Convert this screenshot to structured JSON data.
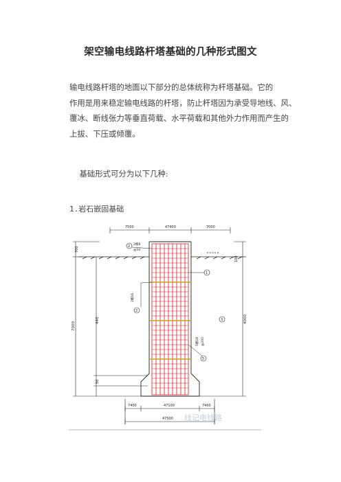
{
  "document": {
    "title": "架空输电线路杆塔基础的几种形式图文",
    "intro_lines": [
      "    输电线路杆塔的地面以下部分的总体统称为杆塔基础。它的",
      "作用是用来稳定输电线路的杆塔，防止杆塔因为承受导地线、风、",
      "覆冰、断线张力等垂直荷载、水平荷载和其他外力作用而产生的",
      "上拔、下压或倾覆。"
    ],
    "forms_intro": "    基础形式可分为以下几种:",
    "section_1": "1.岩石嵌固基础"
  },
  "figure": {
    "top_dims": [
      "7000",
      "47400",
      "7000"
    ],
    "bottom_dims": [
      "7400",
      "47100",
      "7400"
    ],
    "total_dim": "47500",
    "left_dims": [
      "700",
      "7000",
      "440",
      "50"
    ],
    "right_dims": [
      "100",
      "4000"
    ],
    "callouts": [
      "2",
      "1",
      "3",
      "5"
    ],
    "inner_labels": [
      "2根8",
      "@50",
      "2根16",
      "5根18",
      "@200"
    ],
    "watermark": "线记电线路",
    "colors": {
      "cage": "#e0141e",
      "stirrup": "#c8a020",
      "ink": "#222222"
    }
  }
}
